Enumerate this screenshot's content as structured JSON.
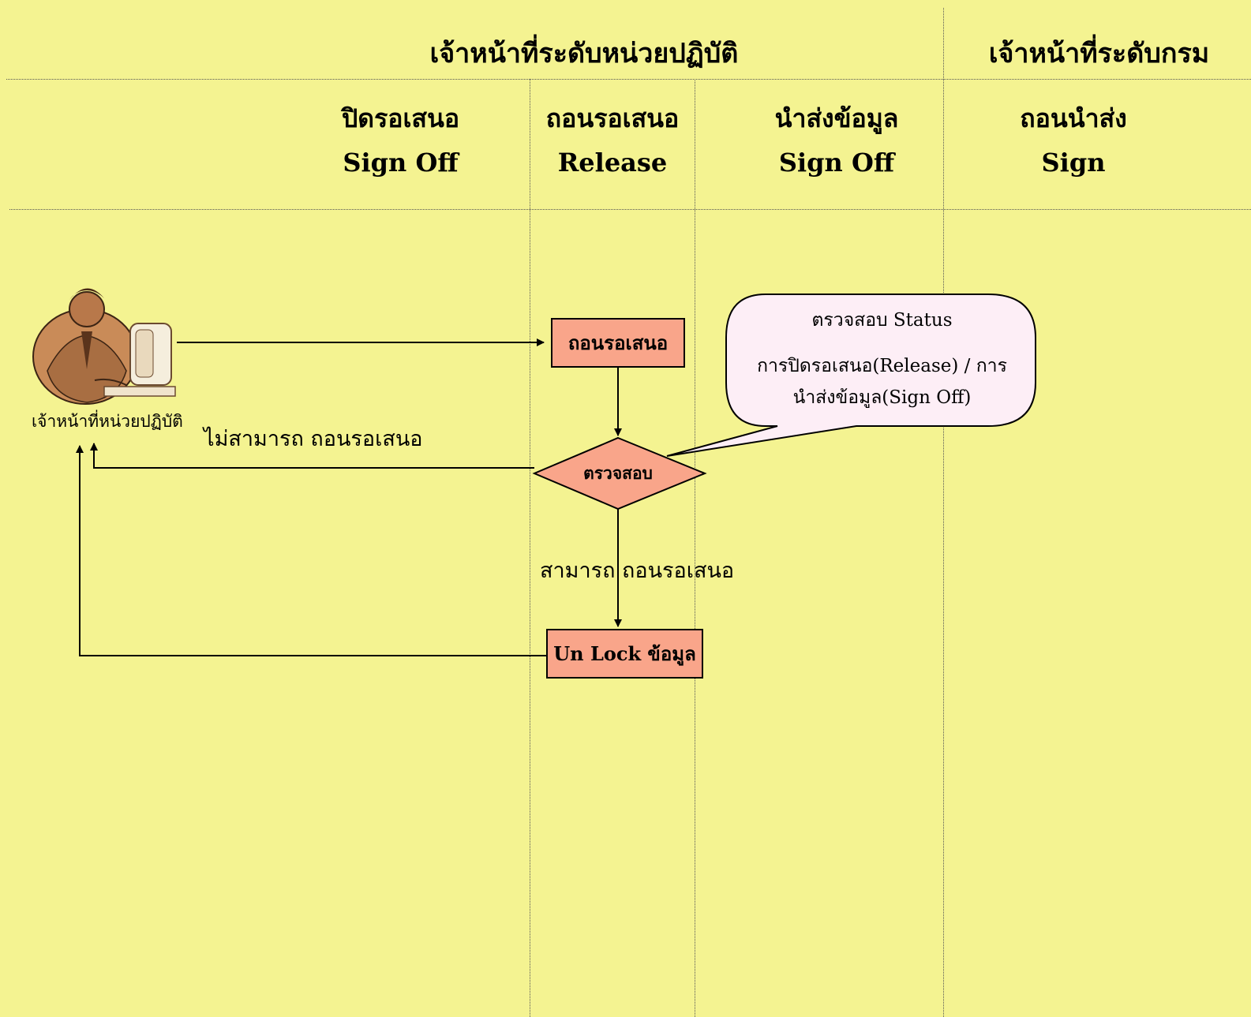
{
  "header": {
    "group_unit": "เจ้าหน้าที่ระดับหน่วยปฏิบัติ",
    "group_dept": "เจ้าหน้าที่ระดับกรม"
  },
  "columns": [
    {
      "th": "ปิดรอเสนอ",
      "en": "Sign Off"
    },
    {
      "th": "ถอนรอเสนอ",
      "en": "Release"
    },
    {
      "th": "นำส่งข้อมูล",
      "en": "Sign Off"
    },
    {
      "th": "ถอนนำส่ง",
      "en": "Sign"
    }
  ],
  "actor": {
    "label": "เจ้าหน้าที่หน่วยปฏิบัติ",
    "icon": "officer-at-computer-icon"
  },
  "nodes": {
    "withdraw": "ถอนรอเสนอ",
    "check": "ตรวจสอบ",
    "unlock": "Un Lock ข้อมูล"
  },
  "edges": {
    "cannot": "ไม่สามารถ ถอนรอเสนอ",
    "can": "สามารถ ถอนรอเสนอ"
  },
  "callout": {
    "line1": "ตรวจสอบ Status",
    "line2": "การปิดรอเสนอ(Release) / การ",
    "line3": "นำส่งข้อมูล(Sign Off)"
  },
  "colors": {
    "background": "#f4f391",
    "node_fill": "#f9a58a",
    "callout_fill": "#fdeef6"
  }
}
